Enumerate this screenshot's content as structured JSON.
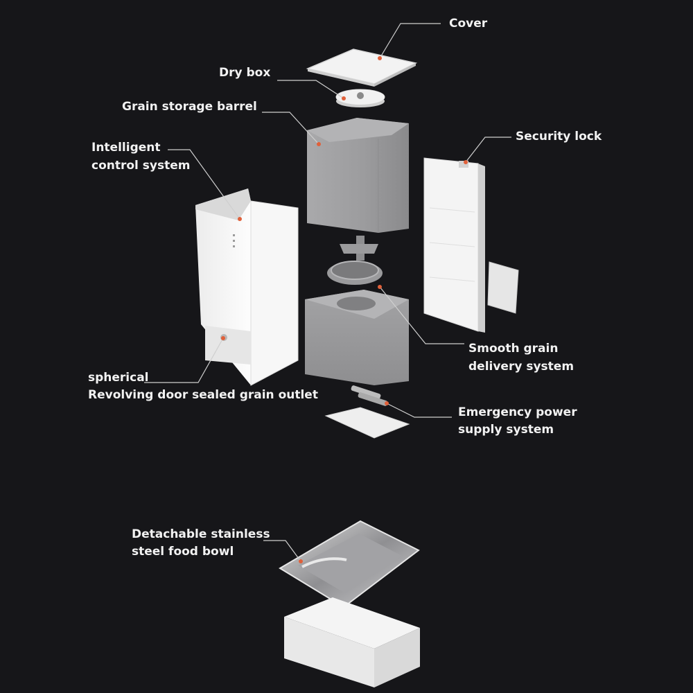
{
  "labels": {
    "cover": "Cover",
    "dry_box": "Dry box",
    "grain_storage_barrel": "Grain storage barrel",
    "security_lock": "Security lock",
    "intelligent_control_line1": "Intelligent",
    "intelligent_control_line2": "control system",
    "smooth_grain_line1": "Smooth grain",
    "smooth_grain_line2": "delivery system",
    "spherical_line1": "spherical",
    "spherical_line2": "Revolving door sealed grain outlet",
    "emergency_power_line1": "Emergency power",
    "emergency_power_line2": "supply system",
    "bowl_line1": "Detachable stainless",
    "bowl_line2": "steel food bowl"
  },
  "colors": {
    "background": "#161619",
    "label_text": "#f2f2f2",
    "leader_line": "#e0603a",
    "part_white": "#f1f1f1",
    "part_grey": "#9a9a9c",
    "steel": "#b9b9bb"
  }
}
